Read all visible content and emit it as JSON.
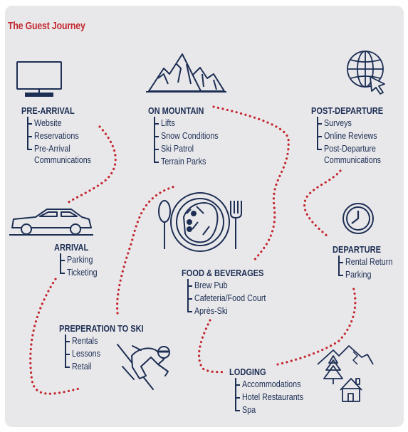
{
  "title": "The Guest Journey",
  "colors": {
    "navy": "#1d2e54",
    "red": "#c3262e",
    "panel": "#e8e8ea"
  },
  "icons": {
    "pre_arrival": "monitor-icon",
    "on_mountain": "mountain-icon",
    "post_departure": "globe-cursor-icon",
    "arrival": "car-icon",
    "food": "plate-fork-spoon-icon",
    "departure": "clock-icon",
    "preparation": "skier-icon",
    "lodging": "cabin-trees-icon"
  },
  "sections": {
    "pre_arrival": {
      "title": "PRE-ARRIVAL",
      "items": [
        "Website",
        "Reservations",
        "Pre-Arrival Communications"
      ]
    },
    "on_mountain": {
      "title": "ON MOUNTAIN",
      "items": [
        "Lifts",
        "Snow Conditions",
        "Ski Patrol",
        "Terrain Parks"
      ]
    },
    "post_departure": {
      "title": "POST-DEPARTURE",
      "items": [
        "Surveys",
        "Online Reviews",
        "Post-Departure Communications"
      ]
    },
    "arrival": {
      "title": "ARRIVAL",
      "items": [
        "Parking",
        "Ticketing"
      ]
    },
    "food": {
      "title": "FOOD & BEVERAGES",
      "items": [
        "Brew Pub",
        "Cafeteria/Food Court",
        "Après-Ski"
      ]
    },
    "departure": {
      "title": "DEPARTURE",
      "items": [
        "Rental Return",
        "Parking"
      ]
    },
    "preparation": {
      "title": "PREPERATION TO SKI",
      "items": [
        "Rentals",
        "Lessons",
        "Retail"
      ]
    },
    "lodging": {
      "title": "LODGING",
      "items": [
        "Accommodations",
        "Hotel Restaurants",
        "Spa"
      ]
    }
  }
}
